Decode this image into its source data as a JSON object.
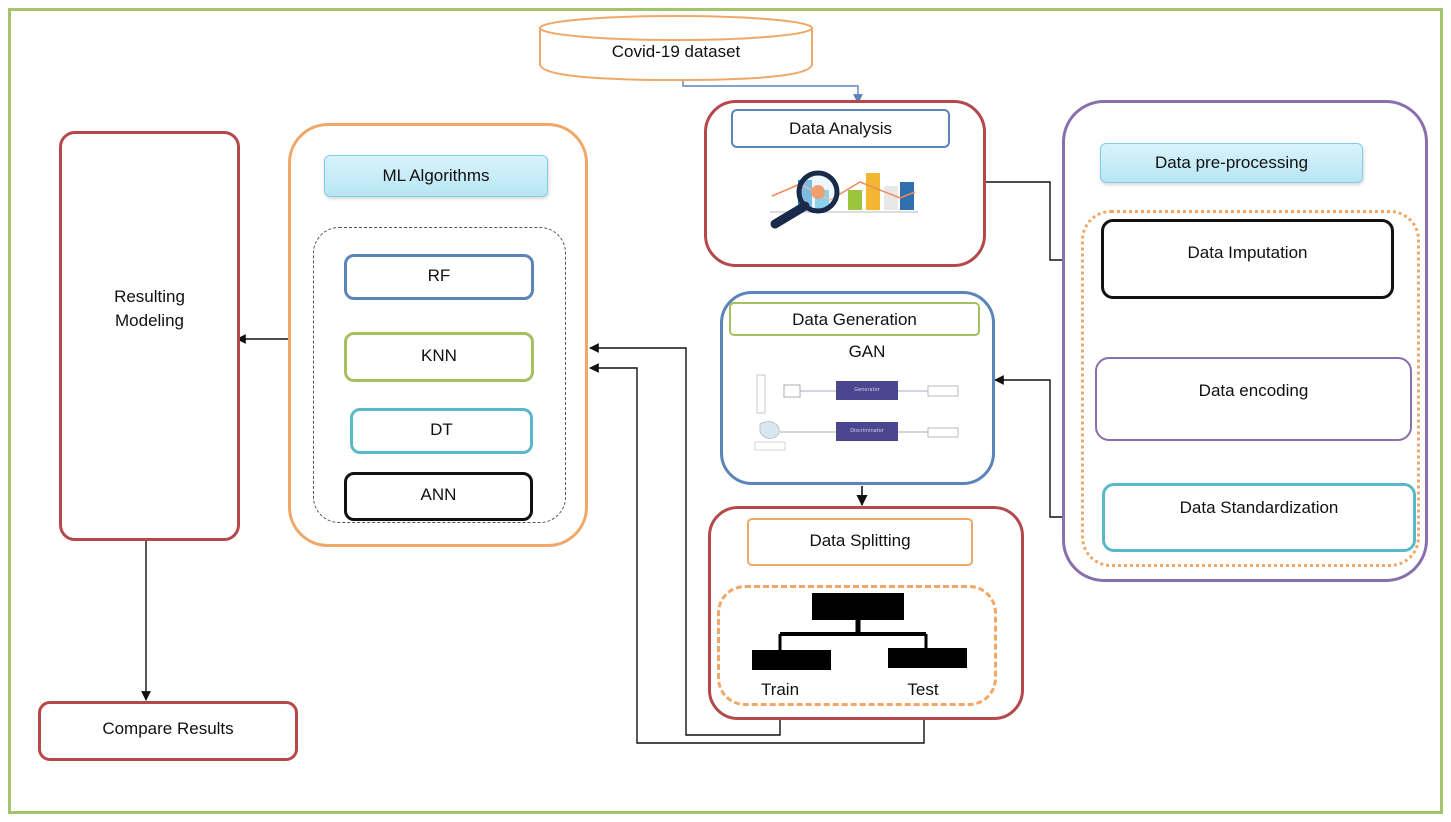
{
  "dataset": {
    "label": "Covid-19 dataset"
  },
  "analysis": {
    "title": "Data Analysis",
    "icon": "chart-magnifier-icon"
  },
  "preprocessing": {
    "title": "Data pre-processing",
    "steps": [
      "Data Imputation",
      "Data encoding",
      "Data Standardization"
    ]
  },
  "generation": {
    "title": "Data Generation",
    "subtitle": "GAN",
    "blocks": [
      "Generator",
      "Discriminator"
    ]
  },
  "splitting": {
    "title": "Data Splitting",
    "train": "Train",
    "test": "Test"
  },
  "ml": {
    "title": "ML Algorithms",
    "algorithms": [
      "RF",
      "KNN",
      "DT",
      "ANN"
    ]
  },
  "result": {
    "label_line1": "Resulting",
    "label_line2": "Modeling"
  },
  "compare": {
    "label": "Compare Results"
  },
  "colors": {
    "frame": "#a3c46a",
    "orange": "#f0a868",
    "red": "#b5484a",
    "purple": "#8a6fae",
    "blue": "#5b84b8",
    "green": "#a6bf61",
    "teal": "#5ab9c9",
    "tag": "#c6ecf7"
  }
}
